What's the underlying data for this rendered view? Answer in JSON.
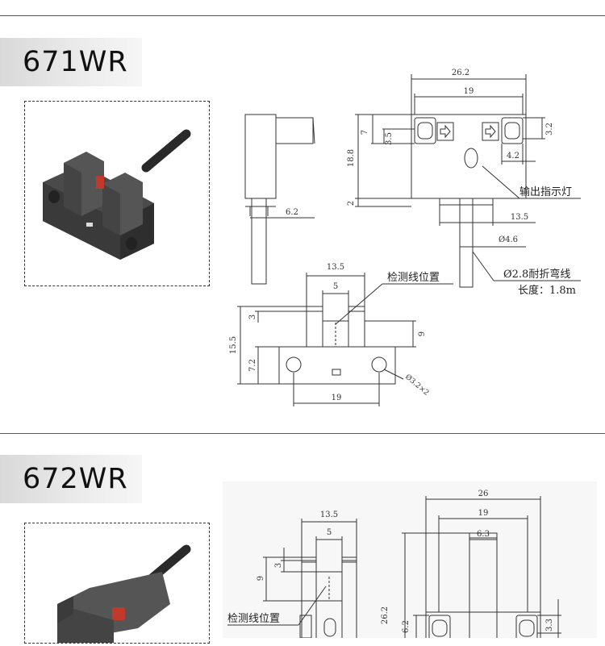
{
  "sections": [
    {
      "model": "671WR",
      "dims": {
        "top_overall": "26.2",
        "top_inner": "19",
        "side_7": "7",
        "side_3_5": "3.5",
        "height_18_8": "18.8",
        "base_2": "2",
        "right_3_2": "3.2",
        "right_4_2": "4.2",
        "cable_6_2": "6.2",
        "cable_13_5": "13.5",
        "cable_dia": "Ø4.6",
        "bottom_13_5": "13.5",
        "bottom_5": "5",
        "bottom_3": "3",
        "bottom_15_5": "15.5",
        "bottom_7_2": "7.2",
        "bottom_9": "9",
        "bottom_19": "19",
        "hole": "Ø3.2×2"
      },
      "labels": {
        "led": "输出指示灯",
        "cable": "Ø2.8耐折弯线",
        "length": "长度：1.8m",
        "detect": "检测线位置"
      }
    },
    {
      "model": "672WR",
      "dims": {
        "left_13_5": "13.5",
        "left_5": "5",
        "left_9": "9",
        "left_3": "3",
        "right_26": "26",
        "right_19": "19",
        "right_6_3": "6.3",
        "right_26_2": "26.2",
        "right_6_2": "6.2",
        "right_3_3": "3.3"
      },
      "labels": {
        "detect": "检测线位置"
      }
    }
  ]
}
